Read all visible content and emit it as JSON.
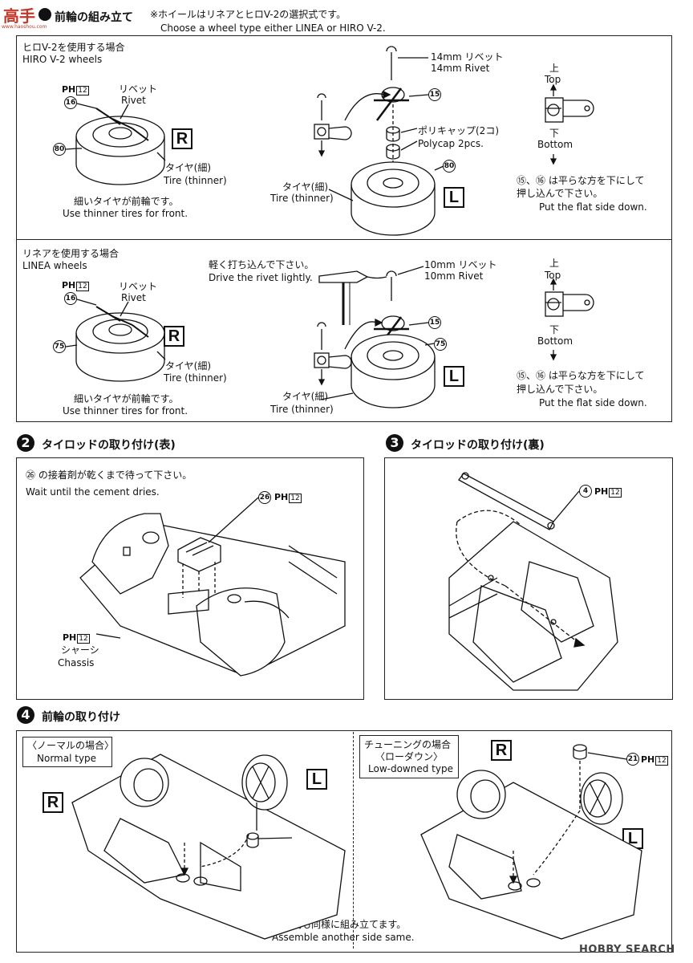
{
  "header": {
    "title": "前輪の組み立て",
    "note_jp": "※ホイールはリネアとヒロV-2の選択式です。",
    "note_en": "Choose a wheel type either LINEA or HIRO V-2."
  },
  "hiro_panel": {
    "heading_jp": "ヒロV-2を使用する場合",
    "heading_en": "HIRO V-2 wheels",
    "ph": "PH",
    "ph_num": "12",
    "part16": "16",
    "rivet_jp": "リベット",
    "rivet_en": "Rivet",
    "part80": "80",
    "r": "R",
    "l": "L",
    "tire_jp": "タイヤ(細)",
    "tire_en": "Tire (thinner)",
    "front_jp": "細いタイヤが前輪です。",
    "front_en": "Use thinner tires for front.",
    "rivet14_jp": "14mm リベット",
    "rivet14_en": "14mm Rivet",
    "part15": "15",
    "polycap_jp": "ポリキャップ(2コ)",
    "polycap_en": "Polycap 2pcs.",
    "top_jp": "上",
    "top_en": "Top",
    "bottom_jp": "下",
    "bottom_en": "Bottom",
    "flat_jp1": "⑮、⑯ は平らな方を下にして",
    "flat_jp2": "押し込んで下さい。",
    "flat_en": "Put the flat side down."
  },
  "linea_panel": {
    "heading_jp": "リネアを使用する場合",
    "heading_en": "LINEA wheels",
    "ph": "PH",
    "ph_num": "12",
    "part16": "16",
    "rivet_jp": "リベット",
    "rivet_en": "Rivet",
    "part75": "75",
    "r": "R",
    "l": "L",
    "tire_jp": "タイヤ(細)",
    "tire_en": "Tire (thinner)",
    "front_jp": "細いタイヤが前輪です。",
    "front_en": "Use thinner tires for front.",
    "hammer_jp": "軽く打ち込んで下さい。",
    "hammer_en": "Drive the rivet lightly.",
    "rivet10_jp": "10mm リベット",
    "rivet10_en": "10mm Rivet",
    "part15": "15",
    "top_jp": "上",
    "top_en": "Top",
    "bottom_jp": "下",
    "bottom_en": "Bottom",
    "flat_jp1": "⑮、⑯ は平らな方を下にして",
    "flat_jp2": "押し込んで下さい。",
    "flat_en": "Put the flat side down."
  },
  "step2": {
    "num": "2",
    "title": "タイロッドの取り付け(表)",
    "note_jp": "㉖ の接着剤が乾くまで待って下さい。",
    "note_en": "Wait until the cement dries.",
    "part26": "26",
    "ph": "PH",
    "ph_num": "12",
    "chassis_jp": "シャーシ",
    "chassis_en": "Chassis"
  },
  "step3": {
    "num": "3",
    "title": "タイロッドの取り付け(裏)",
    "part4": "4",
    "ph": "PH",
    "ph_num": "12"
  },
  "step4": {
    "num": "4",
    "title": "前輪の取り付け",
    "normal_jp": "〈ノーマルの場合〉",
    "normal_en": "Normal type",
    "tuning_jp": "チューニングの場合",
    "tuning_jp2": "〈ローダウン〉",
    "tuning_en": "Low-downed type",
    "r": "R",
    "l": "L",
    "part21": "21",
    "ph": "PH",
    "ph_num": "12",
    "assemble_jp": "※反対側も同様に組み立てます。",
    "assemble_en": "Assemble another side same."
  },
  "watermark": {
    "left": "高手",
    "left_sub": "www.haoshou.com",
    "right": "HOBBY SEARCH"
  }
}
